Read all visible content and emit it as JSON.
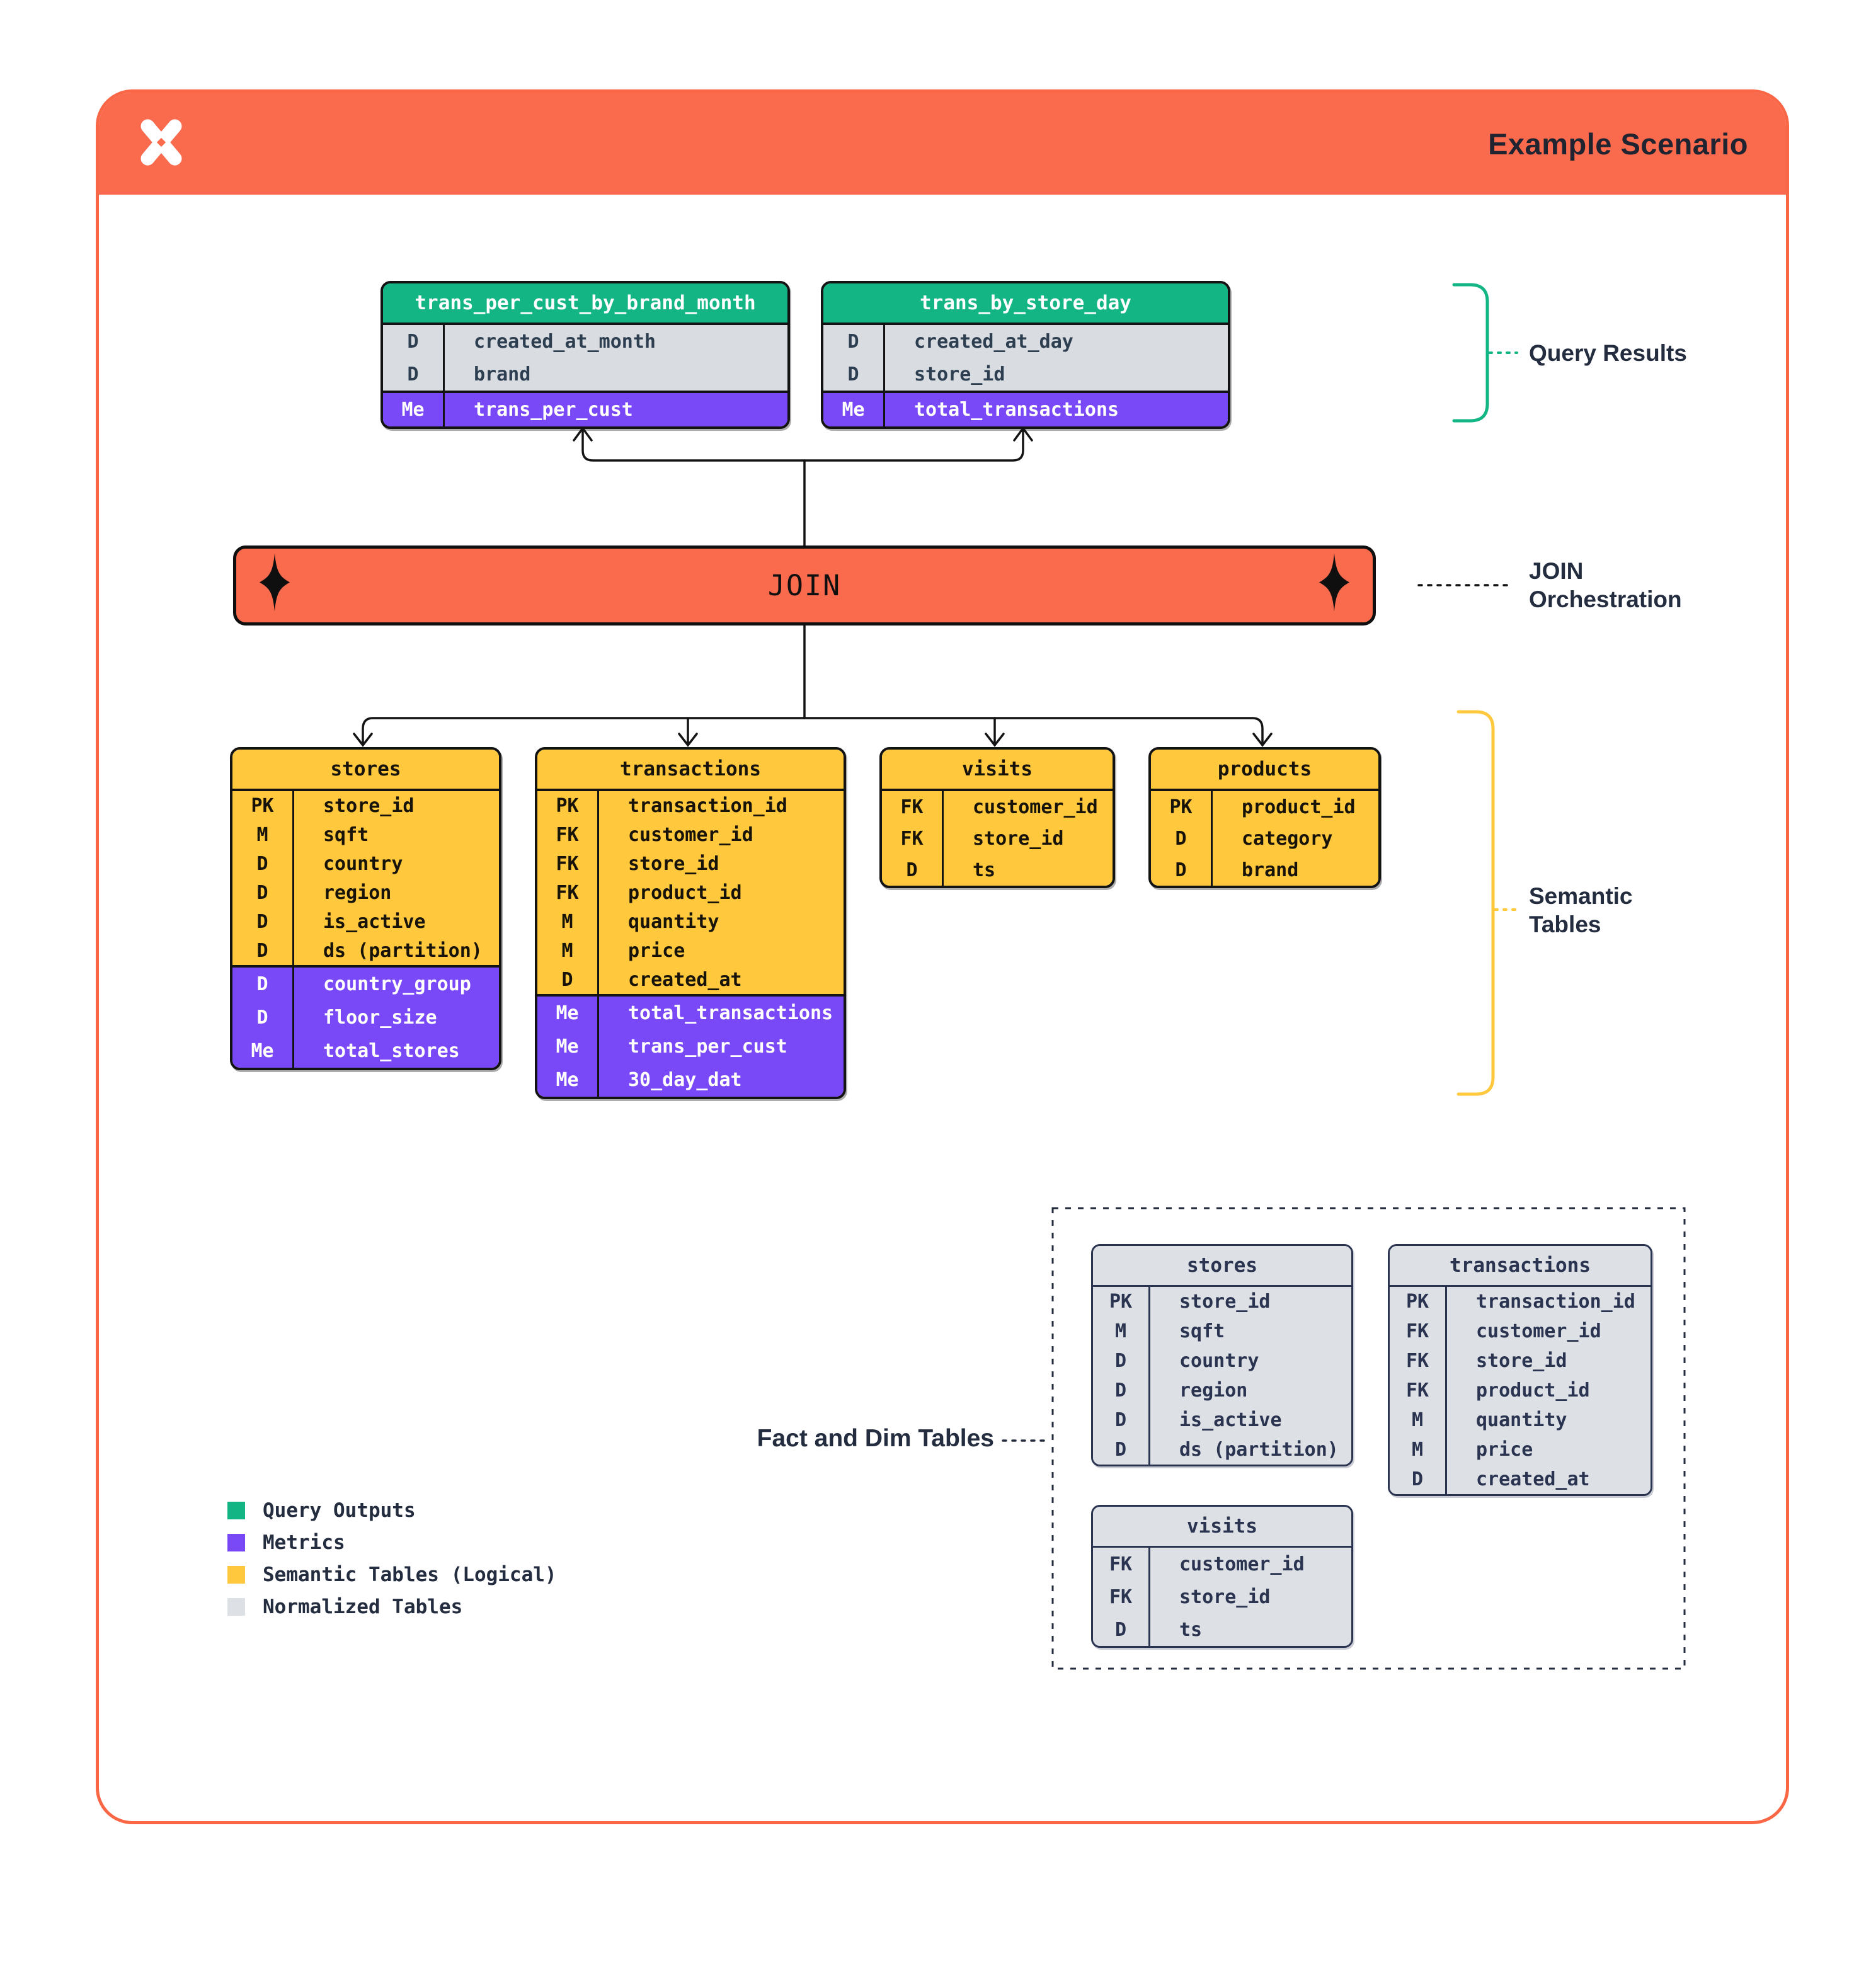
{
  "header": {
    "title": "Example Scenario"
  },
  "join": {
    "label": "JOIN"
  },
  "labels": {
    "query_results": "Query Results",
    "join_orch_1": "JOIN",
    "join_orch_2": "Orchestration",
    "semantic_1": "Semantic",
    "semantic_2": "Tables",
    "fact_dim": "Fact and Dim Tables"
  },
  "query_tables": [
    {
      "title": "trans_per_cust_by_brand_month",
      "rows": [
        {
          "k": "D",
          "n": "created_at_month"
        },
        {
          "k": "D",
          "n": "brand"
        }
      ],
      "metrics": [
        {
          "k": "Me",
          "n": "trans_per_cust"
        }
      ]
    },
    {
      "title": "trans_by_store_day",
      "rows": [
        {
          "k": "D",
          "n": "created_at_day"
        },
        {
          "k": "D",
          "n": "store_id"
        }
      ],
      "metrics": [
        {
          "k": "Me",
          "n": "total_transactions"
        }
      ]
    }
  ],
  "semantic_tables": [
    {
      "title": "stores",
      "rows": [
        {
          "k": "PK",
          "n": "store_id"
        },
        {
          "k": "M",
          "n": "sqft"
        },
        {
          "k": "D",
          "n": "country"
        },
        {
          "k": "D",
          "n": "region"
        },
        {
          "k": "D",
          "n": "is_active"
        },
        {
          "k": "D",
          "n": "ds (partition)"
        }
      ],
      "metrics": [
        {
          "k": "D",
          "n": "country_group"
        },
        {
          "k": "D",
          "n": "floor_size"
        },
        {
          "k": "Me",
          "n": "total_stores"
        }
      ]
    },
    {
      "title": "transactions",
      "rows": [
        {
          "k": "PK",
          "n": "transaction_id"
        },
        {
          "k": "FK",
          "n": "customer_id"
        },
        {
          "k": "FK",
          "n": "store_id"
        },
        {
          "k": "FK",
          "n": "product_id"
        },
        {
          "k": "M",
          "n": "quantity"
        },
        {
          "k": "M",
          "n": "price"
        },
        {
          "k": "D",
          "n": "created_at"
        }
      ],
      "metrics": [
        {
          "k": "Me",
          "n": "total_transactions"
        },
        {
          "k": "Me",
          "n": "trans_per_cust"
        },
        {
          "k": "Me",
          "n": "30_day_dat"
        }
      ]
    },
    {
      "title": "visits",
      "rows": [
        {
          "k": "FK",
          "n": "customer_id"
        },
        {
          "k": "FK",
          "n": "store_id"
        },
        {
          "k": "D",
          "n": "ts"
        }
      ],
      "metrics": []
    },
    {
      "title": "products",
      "rows": [
        {
          "k": "PK",
          "n": "product_id"
        },
        {
          "k": "D",
          "n": "category"
        },
        {
          "k": "D",
          "n": "brand"
        }
      ],
      "metrics": []
    }
  ],
  "normalized_tables": [
    {
      "title": "stores",
      "rows": [
        {
          "k": "PK",
          "n": "store_id"
        },
        {
          "k": "M",
          "n": "sqft"
        },
        {
          "k": "D",
          "n": "country"
        },
        {
          "k": "D",
          "n": "region"
        },
        {
          "k": "D",
          "n": "is_active"
        },
        {
          "k": "D",
          "n": "ds (partition)"
        }
      ]
    },
    {
      "title": "transactions",
      "rows": [
        {
          "k": "PK",
          "n": "transaction_id"
        },
        {
          "k": "FK",
          "n": "customer_id"
        },
        {
          "k": "FK",
          "n": "store_id"
        },
        {
          "k": "FK",
          "n": "product_id"
        },
        {
          "k": "M",
          "n": "quantity"
        },
        {
          "k": "M",
          "n": "price"
        },
        {
          "k": "D",
          "n": "created_at"
        }
      ]
    },
    {
      "title": "visits",
      "rows": [
        {
          "k": "FK",
          "n": "customer_id"
        },
        {
          "k": "FK",
          "n": "store_id"
        },
        {
          "k": "D",
          "n": "ts"
        }
      ]
    }
  ],
  "legend": {
    "items": [
      {
        "label": "Query Outputs",
        "color": "#13B584"
      },
      {
        "label": "Metrics",
        "color": "#7A49F7"
      },
      {
        "label": "Semantic Tables (Logical)",
        "color": "#FFC83D"
      },
      {
        "label": "Normalized Tables",
        "color": "#DDE1E6"
      }
    ]
  },
  "colors": {
    "orange": "#FA6A4D",
    "green": "#13B584",
    "purple": "#7A49F7",
    "yellow": "#FFC83D",
    "gray": "#DDE1E6",
    "navy": "#232D3F",
    "ink": "#131313"
  }
}
